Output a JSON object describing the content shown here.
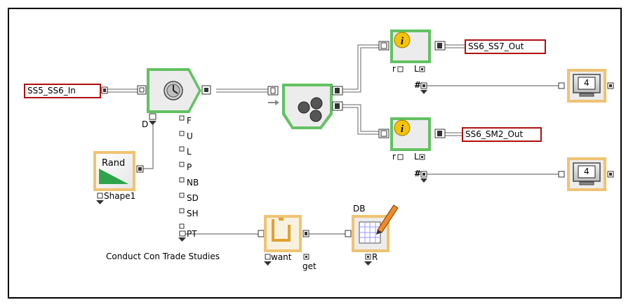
{
  "input_block": {
    "label": "SS5_SS6_In"
  },
  "output_top": {
    "label": "SS6_SS7_Out"
  },
  "output_bottom": {
    "label": "SS6_SM2_Out"
  },
  "activity_caption": "Conduct Con Trade Studies",
  "activity_ports": [
    "F",
    "U",
    "L",
    "P",
    "NB",
    "SD",
    "SH",
    "PT"
  ],
  "activity_port_left": "D",
  "rand_block": {
    "label": "Rand",
    "port_label": "Shape1"
  },
  "info_top_ports": {
    "left": "r",
    "right": "L"
  },
  "info_bottom_ports": {
    "left": "r",
    "right": "L"
  },
  "count_port": "#",
  "display_top": {
    "value": "4"
  },
  "display_bottom": {
    "value": "4"
  },
  "queue_block": {
    "port_left": "want",
    "port_right": "get"
  },
  "db_block": {
    "title": "DB",
    "port": "R"
  }
}
